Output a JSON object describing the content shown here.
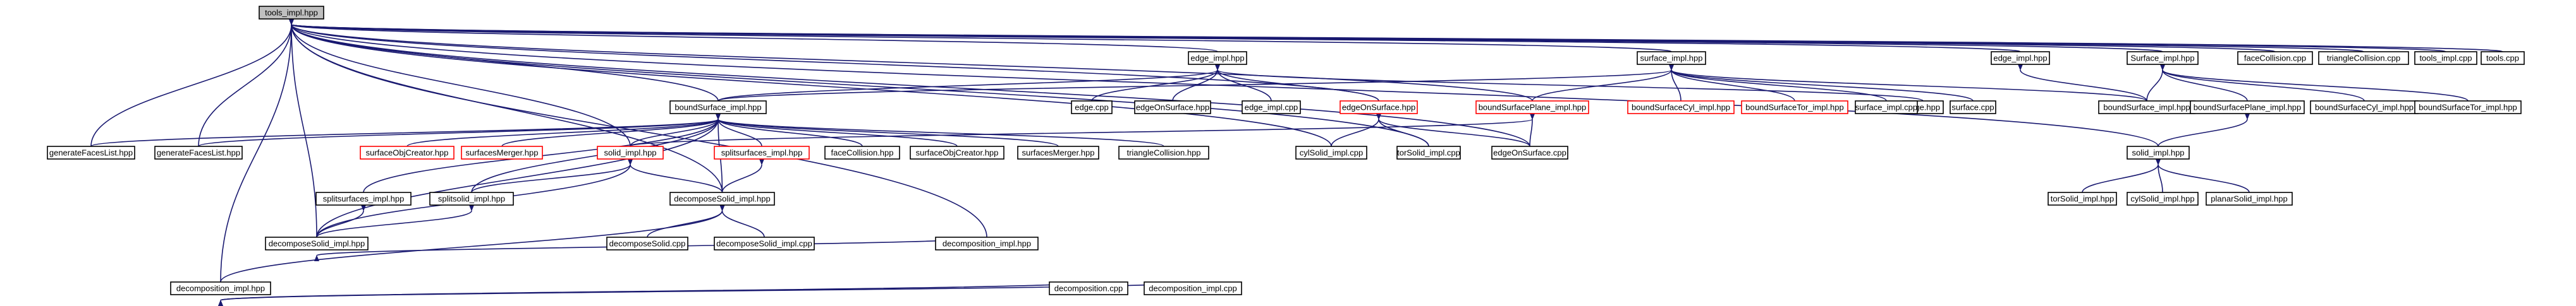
{
  "colors": {
    "edge": "#191970",
    "node_border": "#000000",
    "node_border_incomplete": "#ff0000",
    "node_fill": "#ffffff",
    "root_fill": "#bfbfbf",
    "text": "#000000"
  },
  "graph": {
    "root": "n0",
    "nodes": [
      {
        "id": "n0",
        "label": "tools_impl.hpp",
        "style": "root"
      },
      {
        "id": "n1",
        "label": "edge_impl.hpp",
        "style": "normal"
      },
      {
        "id": "n2",
        "label": "surface_impl.hpp",
        "style": "normal"
      },
      {
        "id": "n3",
        "label": "edge_impl.hpp",
        "style": "normal"
      },
      {
        "id": "n4",
        "label": "Surface_impl.hpp",
        "style": "normal"
      },
      {
        "id": "n5",
        "label": "faceCollision.cpp",
        "style": "normal"
      },
      {
        "id": "n6",
        "label": "triangleCollision.cpp",
        "style": "normal"
      },
      {
        "id": "n7",
        "label": "tools_impl.cpp",
        "style": "normal"
      },
      {
        "id": "n8",
        "label": "tools.cpp",
        "style": "normal"
      },
      {
        "id": "n9",
        "label": "boundSurface_impl.hpp",
        "style": "normal"
      },
      {
        "id": "n10",
        "label": "edgeOnSurface.hpp",
        "style": "incomplete"
      },
      {
        "id": "n11",
        "label": "boundSurfacePlane_impl.hpp",
        "style": "incomplete"
      },
      {
        "id": "n12",
        "label": "edge.cpp",
        "style": "normal"
      },
      {
        "id": "n13",
        "label": "edgeOnSurface.hpp",
        "style": "normal"
      },
      {
        "id": "n14",
        "label": "edge_impl.cpp",
        "style": "normal"
      },
      {
        "id": "n15",
        "label": "edge.hpp",
        "style": "normal"
      },
      {
        "id": "n16",
        "label": "boundSurfaceCyl_impl.hpp",
        "style": "incomplete"
      },
      {
        "id": "n17",
        "label": "boundSurfaceTor_impl.hpp",
        "style": "incomplete"
      },
      {
        "id": "n18",
        "label": "surface_impl.cpp",
        "style": "normal"
      },
      {
        "id": "n19",
        "label": "surface.cpp",
        "style": "normal"
      },
      {
        "id": "n20",
        "label": "boundSurface_impl.hpp",
        "style": "normal"
      },
      {
        "id": "n21",
        "label": "boundSurfacePlane_impl.hpp",
        "style": "normal"
      },
      {
        "id": "n22",
        "label": "boundSurfaceCyl_impl.hpp",
        "style": "normal"
      },
      {
        "id": "n23",
        "label": "boundSurfaceTor_impl.hpp",
        "style": "normal"
      },
      {
        "id": "n24",
        "label": "generateFacesList.hpp",
        "style": "normal"
      },
      {
        "id": "n25",
        "label": "generateFacesList.hpp",
        "style": "normal"
      },
      {
        "id": "n26",
        "label": "surfaceObjCreator.hpp",
        "style": "incomplete"
      },
      {
        "id": "n27",
        "label": "surfacesMerger.hpp",
        "style": "incomplete"
      },
      {
        "id": "n28",
        "label": "solid_impl.hpp",
        "style": "incomplete"
      },
      {
        "id": "n29",
        "label": "splitsurfaces_impl.hpp",
        "style": "incomplete"
      },
      {
        "id": "n30",
        "label": "faceCollision.hpp",
        "style": "normal"
      },
      {
        "id": "n31",
        "label": "surfaceObjCreator.hpp",
        "style": "normal"
      },
      {
        "id": "n32",
        "label": "surfacesMerger.hpp",
        "style": "normal"
      },
      {
        "id": "n33",
        "label": "triangleCollision.hpp",
        "style": "normal"
      },
      {
        "id": "n34",
        "label": "cylSolid_impl.cpp",
        "style": "normal"
      },
      {
        "id": "n35",
        "label": "torSolid_impl.cpp",
        "style": "normal"
      },
      {
        "id": "n36",
        "label": "edgeOnSurface.cpp",
        "style": "normal"
      },
      {
        "id": "n37",
        "label": "solid_impl.hpp",
        "style": "normal"
      },
      {
        "id": "n38",
        "label": "splitsurfaces_impl.hpp",
        "style": "normal"
      },
      {
        "id": "n39",
        "label": "splitsolid_impl.hpp",
        "style": "normal"
      },
      {
        "id": "n40",
        "label": "decomposeSolid_impl.hpp",
        "style": "normal"
      },
      {
        "id": "n41",
        "label": "torSolid_impl.hpp",
        "style": "normal"
      },
      {
        "id": "n42",
        "label": "cylSolid_impl.hpp",
        "style": "normal"
      },
      {
        "id": "n43",
        "label": "planarSolid_impl.hpp",
        "style": "normal"
      },
      {
        "id": "n44",
        "label": "decomposeSolid_impl.hpp",
        "style": "normal"
      },
      {
        "id": "n45",
        "label": "decomposition_impl.hpp",
        "style": "normal"
      },
      {
        "id": "n46",
        "label": "decomposeSolid.cpp",
        "style": "normal"
      },
      {
        "id": "n47",
        "label": "decomposeSolid_impl.cpp",
        "style": "normal"
      },
      {
        "id": "n48",
        "label": "decomposition_impl.hpp",
        "style": "normal"
      },
      {
        "id": "n49",
        "label": "decomposition.cpp",
        "style": "normal"
      },
      {
        "id": "n50",
        "label": "decomposition_impl.cpp",
        "style": "normal"
      }
    ],
    "edges": [
      [
        "n0",
        "n1"
      ],
      [
        "n0",
        "n2"
      ],
      [
        "n0",
        "n3"
      ],
      [
        "n0",
        "n4"
      ],
      [
        "n0",
        "n5"
      ],
      [
        "n0",
        "n6"
      ],
      [
        "n0",
        "n7"
      ],
      [
        "n0",
        "n8"
      ],
      [
        "n0",
        "n9"
      ],
      [
        "n0",
        "n10"
      ],
      [
        "n0",
        "n11"
      ],
      [
        "n0",
        "n24"
      ],
      [
        "n0",
        "n25"
      ],
      [
        "n0",
        "n28"
      ],
      [
        "n0",
        "n34"
      ],
      [
        "n0",
        "n35"
      ],
      [
        "n0",
        "n36"
      ],
      [
        "n0",
        "n37"
      ],
      [
        "n0",
        "n40"
      ],
      [
        "n0",
        "n44"
      ],
      [
        "n0",
        "n45"
      ],
      [
        "n0",
        "n48"
      ],
      [
        "n1",
        "n12"
      ],
      [
        "n1",
        "n13"
      ],
      [
        "n1",
        "n14"
      ],
      [
        "n1",
        "n15"
      ],
      [
        "n1",
        "n9"
      ],
      [
        "n1",
        "n10"
      ],
      [
        "n2",
        "n16"
      ],
      [
        "n2",
        "n17"
      ],
      [
        "n2",
        "n18"
      ],
      [
        "n2",
        "n19"
      ],
      [
        "n2",
        "n9"
      ],
      [
        "n2",
        "n11"
      ],
      [
        "n2",
        "n20"
      ],
      [
        "n3",
        "n20"
      ],
      [
        "n4",
        "n20"
      ],
      [
        "n4",
        "n21"
      ],
      [
        "n4",
        "n22"
      ],
      [
        "n4",
        "n23"
      ],
      [
        "n9",
        "n24"
      ],
      [
        "n9",
        "n25"
      ],
      [
        "n9",
        "n26"
      ],
      [
        "n9",
        "n27"
      ],
      [
        "n9",
        "n28"
      ],
      [
        "n9",
        "n29"
      ],
      [
        "n9",
        "n30"
      ],
      [
        "n9",
        "n31"
      ],
      [
        "n9",
        "n32"
      ],
      [
        "n9",
        "n33"
      ],
      [
        "n9",
        "n38"
      ],
      [
        "n9",
        "n39"
      ],
      [
        "n9",
        "n40"
      ],
      [
        "n9",
        "n44"
      ],
      [
        "n10",
        "n34"
      ],
      [
        "n10",
        "n35"
      ],
      [
        "n10",
        "n36"
      ],
      [
        "n11",
        "n28"
      ],
      [
        "n11",
        "n36"
      ],
      [
        "n21",
        "n37"
      ],
      [
        "n37",
        "n41"
      ],
      [
        "n37",
        "n42"
      ],
      [
        "n37",
        "n43"
      ],
      [
        "n28",
        "n39"
      ],
      [
        "n28",
        "n40"
      ],
      [
        "n28",
        "n44"
      ],
      [
        "n29",
        "n40"
      ],
      [
        "n38",
        "n44"
      ],
      [
        "n39",
        "n44"
      ],
      [
        "n40",
        "n46"
      ],
      [
        "n40",
        "n47"
      ],
      [
        "n40",
        "n48"
      ],
      [
        "n44",
        "n45"
      ],
      [
        "n48",
        "n49"
      ],
      [
        "n48",
        "n50"
      ]
    ]
  }
}
